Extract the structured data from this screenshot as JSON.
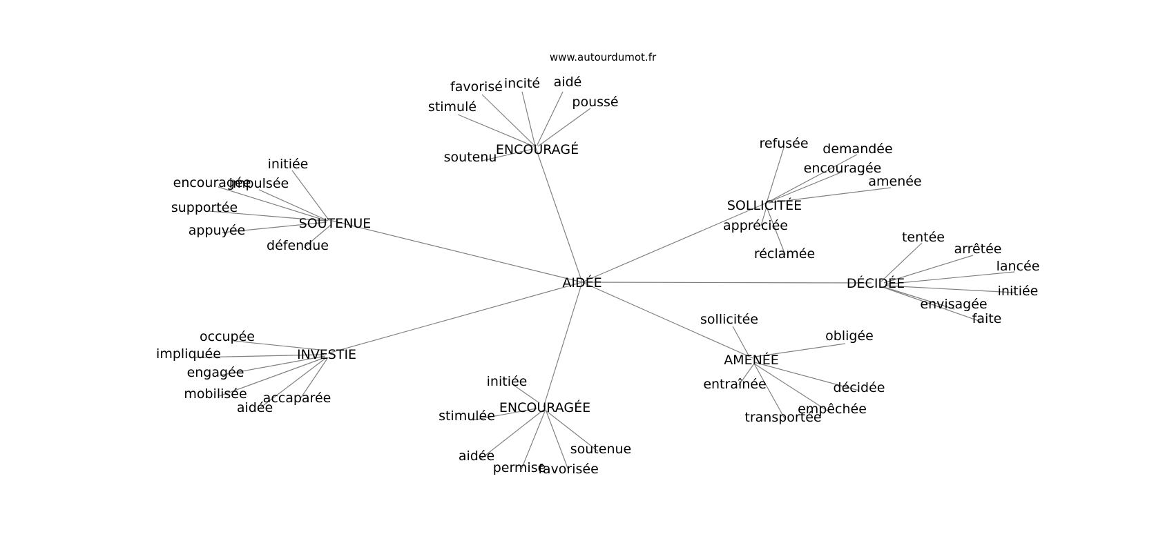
{
  "watermark": "www.autourdumot.fr",
  "nodes": {
    "root": "AIDÉE",
    "encourage": "ENCOURAGÉ",
    "encourage_words": [
      "favorisé",
      "incité",
      "aidé",
      "poussé",
      "stimulé",
      "soutenu"
    ],
    "soutenue": "SOUTENUE",
    "soutenue_words": [
      "initiée",
      "encouragée",
      "impulsée",
      "supportée",
      "appuyée",
      "défendue"
    ],
    "sollicitee": "SOLLICITÉE",
    "sollicitee_words": [
      "refusée",
      "demandée",
      "encouragée",
      "amenée",
      "appréciée",
      "réclamée"
    ],
    "decidee": "DÉCIDÉE",
    "decidee_words": [
      "tentée",
      "arrêtée",
      "lancée",
      "initiée",
      "envisagée",
      "faite"
    ],
    "investie": "INVESTIE",
    "investie_words": [
      "occupée",
      "impliquée",
      "engagée",
      "mobilisée",
      "aidée",
      "accaparée"
    ],
    "encouragee": "ENCOURAGÉE",
    "encouragee_words": [
      "initiée",
      "stimulée",
      "aidée",
      "permise",
      "favorisée",
      "soutenue"
    ],
    "amenee": "AMENÉE",
    "amenee_words": [
      "sollicitée",
      "obligée",
      "entraînée",
      "décidée",
      "empêchée",
      "transportée"
    ]
  },
  "edges": [
    [
      "root",
      "encourage"
    ],
    [
      "root",
      "soutenue"
    ],
    [
      "root",
      "sollicitee"
    ],
    [
      "root",
      "decidee"
    ],
    [
      "root",
      "investie"
    ],
    [
      "root",
      "encouragee"
    ],
    [
      "root",
      "amenee"
    ]
  ]
}
